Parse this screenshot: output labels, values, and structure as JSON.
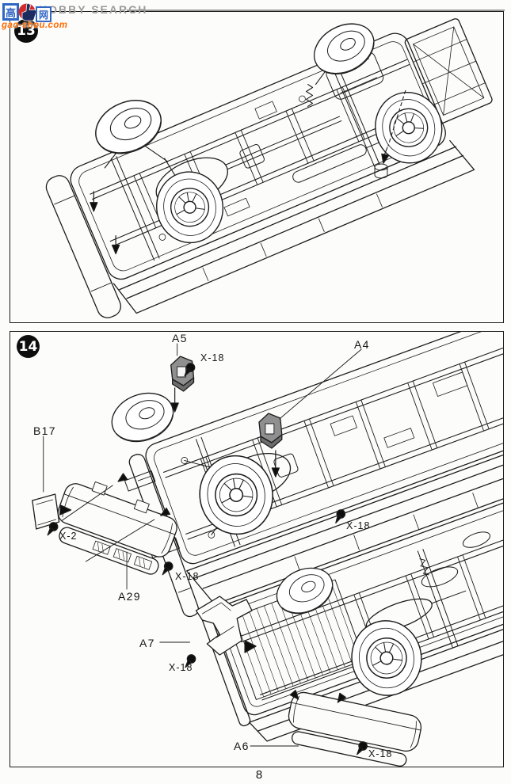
{
  "watermark": {
    "brand_text": "HOBBY SEARCH",
    "logo_char_left": "高",
    "logo_char_right": "网",
    "site_text": "gao-shou.com"
  },
  "page_number": "8",
  "step13": {
    "badge": "13"
  },
  "step14": {
    "badge": "14",
    "labels": {
      "a5": "A5",
      "x18_top": "X-18",
      "a4": "A4",
      "x18_right": "X-18",
      "b17": "B17",
      "x2": "X-2",
      "x18_bumper": "X-18",
      "a29": "A29",
      "a7": "A7",
      "x18_a7": "X-18",
      "a6": "A6",
      "x18_a6": "X-18"
    }
  }
}
